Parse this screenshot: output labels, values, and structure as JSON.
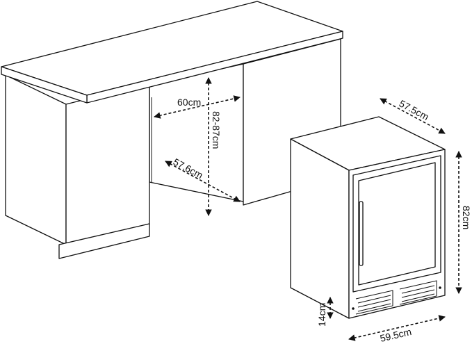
{
  "labels": {
    "niche_width": "60cm",
    "niche_height": "82-87cm",
    "niche_depth": "57.6cm",
    "unit_depth": "57.5cm",
    "unit_height": "82cm",
    "plinth_height": "14cm",
    "unit_width": "59.5cm"
  }
}
